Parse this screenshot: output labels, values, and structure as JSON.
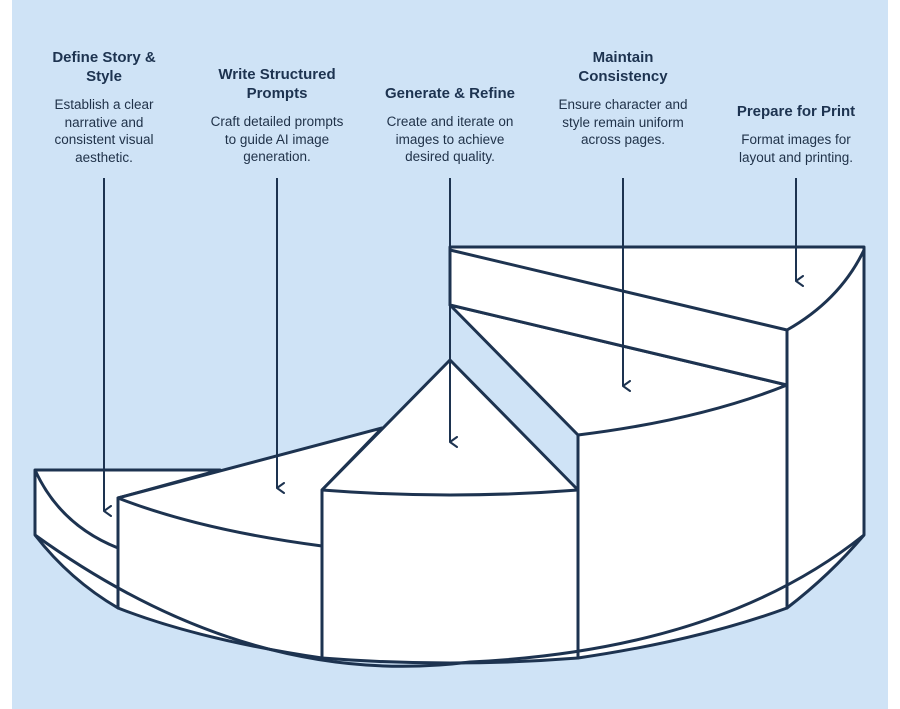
{
  "steps": [
    {
      "title": "Define Story & Style",
      "description": "Establish a clear narrative and consistent visual aesthetic."
    },
    {
      "title": "Write Structured Prompts",
      "description": "Craft detailed prompts to guide AI image generation."
    },
    {
      "title": "Generate & Refine",
      "description": "Create and iterate on images to achieve desired quality."
    },
    {
      "title": "Maintain Consistency",
      "description": "Ensure character and style remain uniform across pages."
    },
    {
      "title": "Prepare for Print",
      "description": "Format images for layout and printing."
    }
  ],
  "colors": {
    "background": "#cfe3f6",
    "stroke": "#1d3350",
    "fill": "#ffffff"
  }
}
